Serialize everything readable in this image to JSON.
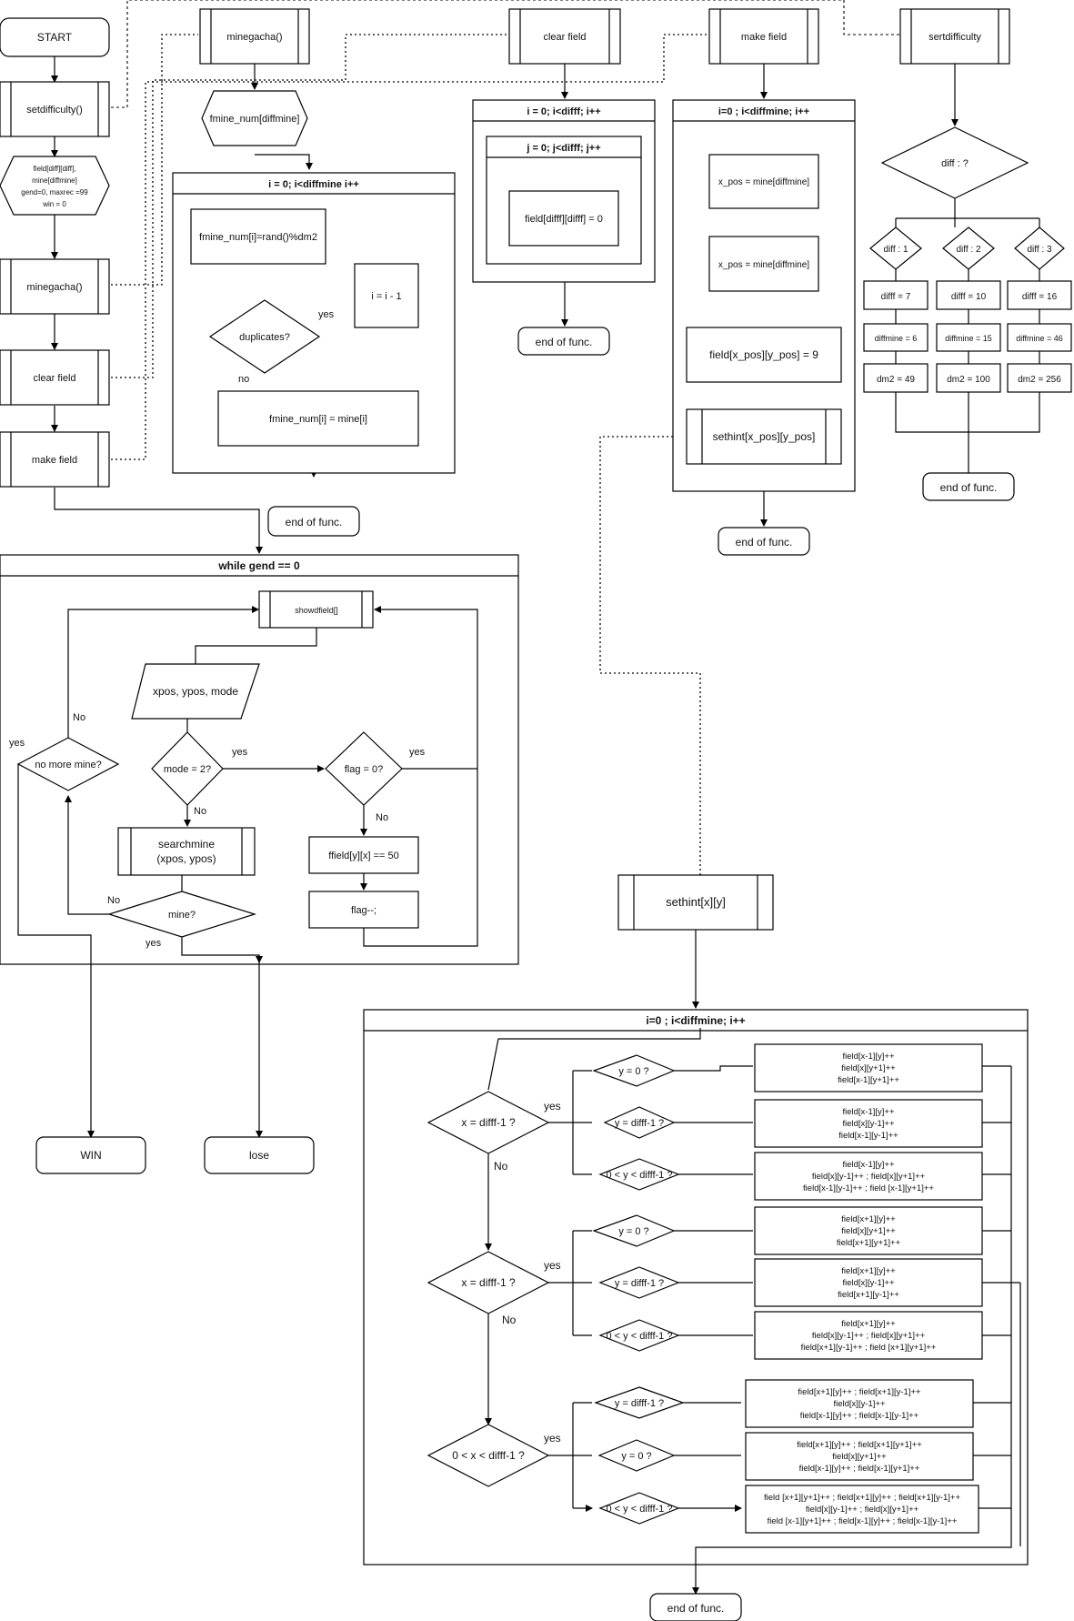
{
  "start": "START",
  "setdifficulty_call": "setdifficulty()",
  "init_l1": "field[diff][diff],",
  "init_l2": "mine[diffmine]",
  "init_l3": "gend=0, maxrec =99",
  "init_l4": "win = 0",
  "minegacha_call": "minegacha()",
  "clearfield_call": "clear field",
  "makefield_call": "make field",
  "minegacha_fn": "minegacha()",
  "clearfield_fn": "clear field",
  "makefield_fn": "make field",
  "sertdifficulty_fn": "sertdifficulty",
  "fmine_num": "fmine_num[diffmine]",
  "mg_loop": "i = 0; i<diffmine i++",
  "mg_rand": "fmine_num[i]=rand()%dm2",
  "mg_dec": "i = i - 1",
  "mg_dup": "duplicates?",
  "mg_assign": "fmine_num[i] = mine[i]",
  "yes": "yes",
  "no_l": "no",
  "No": "No",
  "end": "end of func.",
  "cf_loop_i": "i = 0; i<difff; i++",
  "cf_loop_j": "j = 0; j<difff; j++",
  "cf_set": "field[difff][difff] = 0",
  "mf_loop": "i=0 ; i<diffmine; i++",
  "mf_x": "x_pos = mine[diffmine]",
  "mf_y": "x_pos = mine[diffmine]",
  "mf_set": "field[x_pos][y_pos] = 9",
  "mf_hint": "sethint[x_pos][y_pos]",
  "sd_diff": "diff : ?",
  "sd_d1": "diff : 1",
  "sd_d2": "diff : 2",
  "sd_d3": "diff : 3",
  "sd_f1": "difff = 7",
  "sd_f2": "difff = 10",
  "sd_f3": "difff = 16",
  "sd_m1": "diffmine = 6",
  "sd_m2": "diffmine = 15",
  "sd_m3": "diffmine = 46",
  "sd_s1": "dm2 = 49",
  "sd_s2": "dm2 = 100",
  "sd_s3": "dm2 = 256",
  "while_title": "while gend == 0",
  "showfield": "showdfield[]",
  "input": "xpos, ypos, mode",
  "mode": "mode = 2?",
  "flag": "flag = 0?",
  "search_l1": "searchmine",
  "search_l2": "(xpos, ypos)",
  "ffield": "ffield[y][x] == 50",
  "flagdec": "flag--;",
  "nomore": "no more mine?",
  "mine": "mine?",
  "win": "WIN",
  "lose": "lose",
  "sethint": "sethint[x][y]",
  "sh_loop": "i=0 ; i<diffmine; i++",
  "sh_x1": "x = difff-1 ?",
  "sh_x2": "x = difff-1 ?",
  "sh_x3": "0 < x < difff-1 ?",
  "y0": "y = 0 ?",
  "yd": "y = difff-1 ?",
  "ym": "0 < y < difff-1 ?",
  "b1": [
    "field[x-1][y]++",
    "field[x][y+1]++",
    "field[x-1][y+1]++"
  ],
  "b2": [
    "field[x-1][y]++",
    "field[x][y-1]++",
    "field[x-1][y-1]++"
  ],
  "b3": [
    "field[x-1][y]++",
    "field[x][y-1]++ ; field[x][y+1]++",
    "field[x-1][y-1]++ ; field [x-1][y+1]++"
  ],
  "b4": [
    "field[x+1][y]++",
    "field[x][y+1]++",
    "field[x+1][y+1]++"
  ],
  "b5": [
    "field[x+1][y]++",
    "field[x][y-1]++",
    "field[x+1][y-1]++"
  ],
  "b6": [
    "field[x+1][y]++",
    "field[x][y-1]++ ; field[x][y+1]++",
    "field[x+1][y-1]++ ; field [x+1][y+1]++"
  ],
  "b7": [
    "field[x+1][y]++ ; field[x+1][y-1]++",
    "field[x][y-1]++",
    "field[x-1][y]++ ; field[x-1][y-1]++"
  ],
  "b8": [
    "field[x+1][y]++ ; field[x+1][y+1]++",
    "field[x][y+1]++",
    "field[x-1][y]++ ; field[x-1][y+1]++"
  ],
  "b9": [
    "field [x+1][y+1]++ ; field[x+1][y]++ ; field[x+1][y-1]++",
    "field[x][y-1]++ ; field[x][y+1]++",
    "field [x-1][y+1]++ ; field[x-1][y]++ ; field[x-1][y-1]++"
  ]
}
